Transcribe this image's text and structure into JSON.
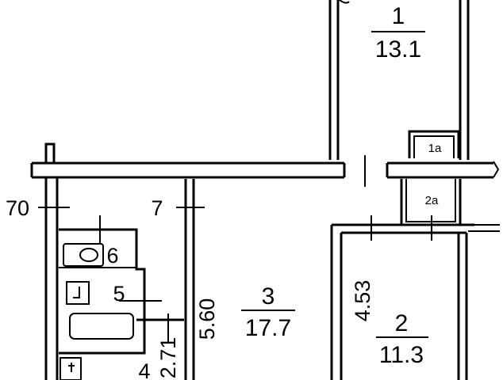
{
  "rooms": [
    {
      "id": "1",
      "number": "1",
      "area": "13.1"
    },
    {
      "id": "1a",
      "number": "1a",
      "area": ""
    },
    {
      "id": "2a",
      "number": "2a",
      "area": ""
    },
    {
      "id": "2",
      "number": "2",
      "area": "11.3"
    },
    {
      "id": "3",
      "number": "3",
      "area": "17.7"
    },
    {
      "id": "4",
      "number": "4",
      "area": ""
    },
    {
      "id": "5",
      "number": "5",
      "area": ""
    },
    {
      "id": "6",
      "number": "6",
      "area": ""
    }
  ],
  "dimensions": {
    "d70": "70",
    "d7": "7",
    "d560": "5.60",
    "d271": "2.71",
    "d453": "4.53"
  }
}
